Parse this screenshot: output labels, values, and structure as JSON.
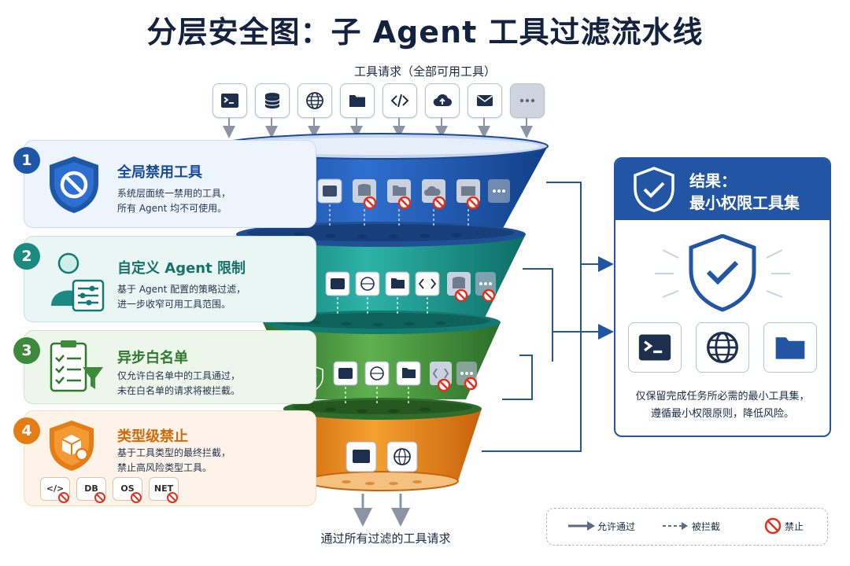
{
  "title": "分层安全图：子 Agent 工具过滤流水线",
  "request_label": "工具请求（全部可用工具）",
  "request_tools": [
    "terminal-icon",
    "database-icon",
    "globe-icon",
    "folder-icon",
    "code-icon",
    "cloud-upload-icon",
    "mail-icon",
    "more-icon"
  ],
  "layers": [
    {
      "number": "1",
      "title": "全局禁用工具",
      "desc_line1": "系统层面统一禁用的工具，",
      "desc_line2": "所有 Agent 均不可使用。",
      "color": "#1f57a8"
    },
    {
      "number": "2",
      "title": "自定义 Agent 限制",
      "desc_line1": "基于 Agent 配置的策略过滤，",
      "desc_line2": "进一步收窄可用工具范围。",
      "color": "#1c8a80"
    },
    {
      "number": "3",
      "title": "异步白名单",
      "desc_line1": "仅允许白名单中的工具通过，",
      "desc_line2": "未在白名单的请求将被拦截。",
      "color": "#3d8a3a"
    },
    {
      "number": "4",
      "title": "类型级禁止",
      "desc_line1": "基于工具类型的最终拦截，",
      "desc_line2": "禁止高风险类型工具。",
      "color": "#e57d16"
    }
  ],
  "type_chips": [
    "</>",
    "DB",
    "OS",
    "NET"
  ],
  "result": {
    "title_line1": "结果：",
    "title_line2": "最小权限工具集",
    "tools": [
      "terminal-icon",
      "globe-icon",
      "folder-icon"
    ],
    "desc_line1": "仅保留完成任务所必需的最小工具集，",
    "desc_line2": "遵循最小权限原则，降低风险。"
  },
  "bottom_label": "通过所有过滤的工具请求",
  "legend": {
    "allow": "允许通过",
    "blocked": "被拦截",
    "forbidden": "禁止"
  },
  "colors": {
    "blue": "#1f57a8",
    "teal": "#1c8a80",
    "green": "#3d8a3a",
    "orange": "#e57d16",
    "forbid": "#e0301e"
  }
}
